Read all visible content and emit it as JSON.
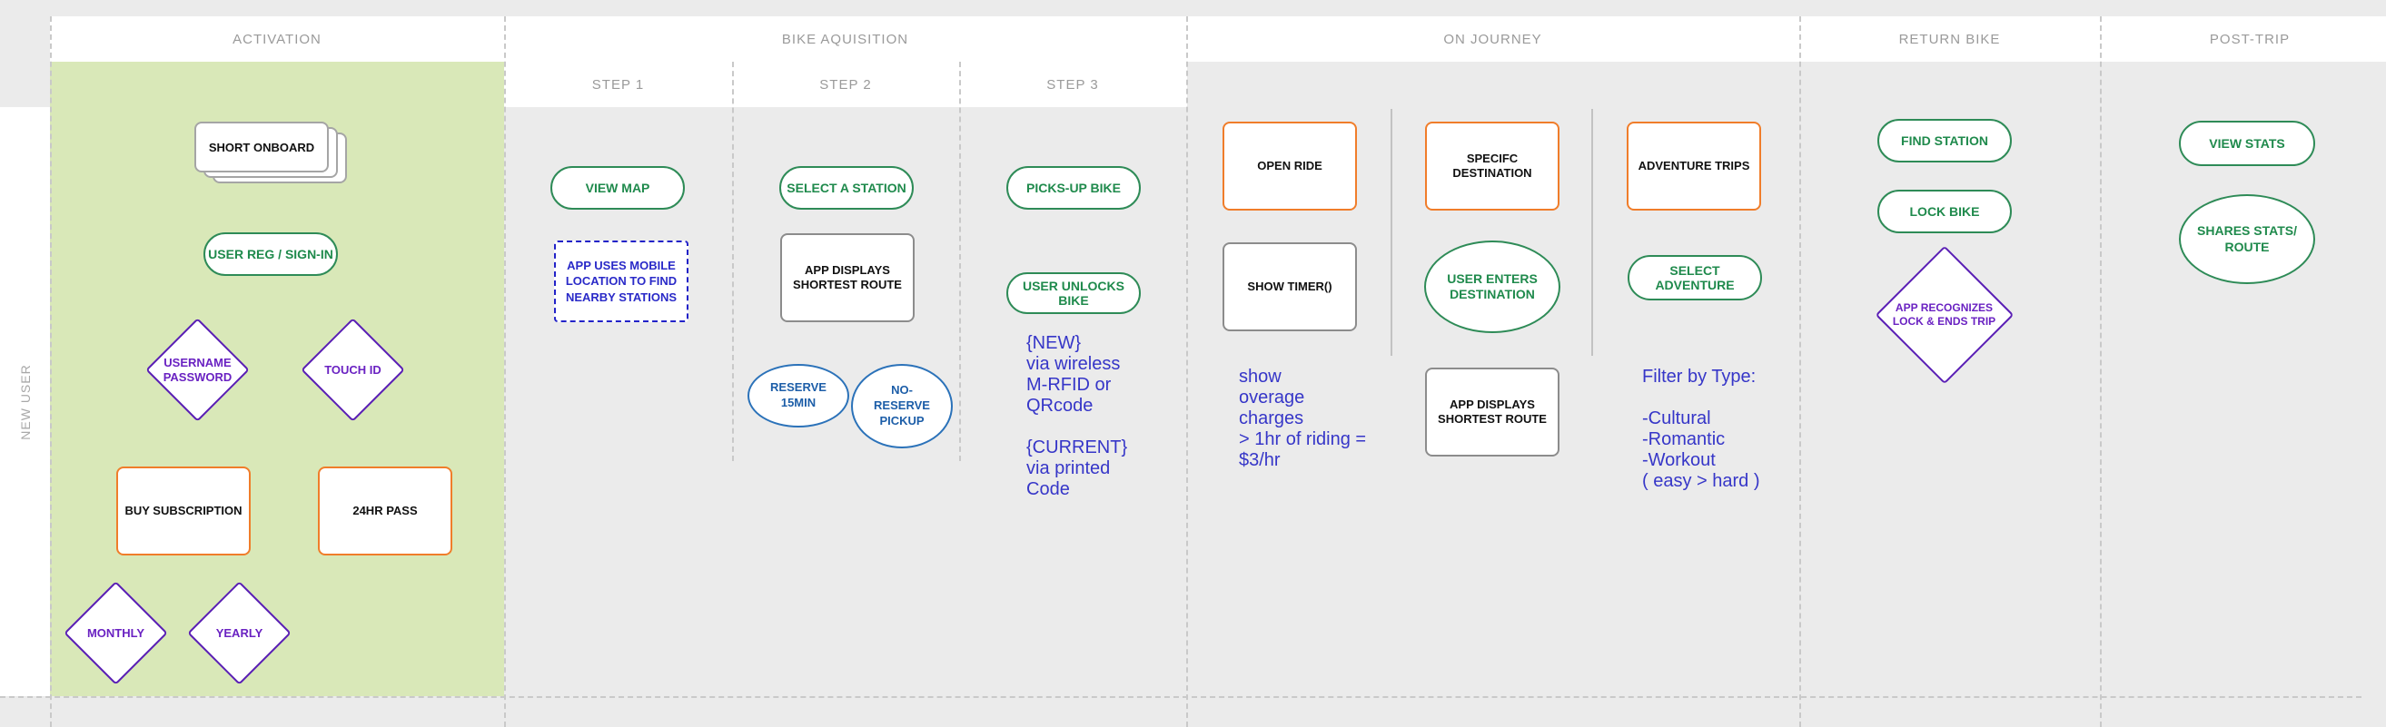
{
  "phases": {
    "activation": "ACTIVATION",
    "bike_aquisition": "BIKE AQUISITION",
    "on_journey": "ON JOURNEY",
    "return_bike": "RETURN BIKE",
    "post_trip": "POST-TRIP"
  },
  "steps": {
    "step1": "STEP 1",
    "step2": "STEP 2",
    "step3": "STEP 3"
  },
  "lane": {
    "label": "NEW USER"
  },
  "activation": {
    "short_onboard": "SHORT ONBOARD",
    "user_reg": "USER REG / SIGN-IN",
    "username_password": "USERNAME\nPASSWORD",
    "touch_id": "TOUCH ID",
    "buy_subscription": "BUY SUBSCRIPTION",
    "pass_24hr": "24HR PASS",
    "monthly": "MONTHLY",
    "yearly": "YEARLY"
  },
  "step1": {
    "view_map": "VIEW MAP",
    "app_uses_mobile": "APP USES MOBILE LOCATION TO FIND NEARBY STATIONS"
  },
  "step2": {
    "select_station": "SELECT A STATION",
    "app_displays_route": "APP DISPLAYS SHORTEST ROUTE",
    "reserve_15min": "RESERVE\n15MIN",
    "no_reserve_pickup": "NO-\nRESERVE\nPICKUP"
  },
  "step3": {
    "picks_up_bike": "PICKS-UP BIKE",
    "user_unlocks_bike": "USER UNLOCKS BIKE",
    "note": "{NEW}\nvia wireless\nM-RFID or\nQRcode\n\n{CURRENT}\nvia printed\nCode"
  },
  "journey": {
    "open_ride": "OPEN RIDE",
    "show_timer": "SHOW TIMER()",
    "charges_note": "show\noverage\ncharges\n> 1hr of riding =\n$3/hr",
    "specific_destination": "SPECIFC\nDESTINATION",
    "user_enters_destination": "USER ENTERS\nDESTINATION",
    "app_displays_route": "APP DISPLAYS\nSHORTEST ROUTE",
    "adventure_trips": "ADVENTURE TRIPS",
    "select_adventure": "SELECT ADVENTURE",
    "filter_note": "Filter by Type:\n\n-Cultural\n-Romantic\n-Workout\n( easy > hard )"
  },
  "return_bike": {
    "find_station": "FIND STATION",
    "lock_bike": "LOCK BIKE",
    "app_recognizes": "APP RECOGNIZES\nLOCK & ENDS TRIP"
  },
  "post_trip": {
    "view_stats": "VIEW STATS",
    "shares_stats": "SHARES STATS/\nROUTE"
  },
  "colors": {
    "activation_bg": "#d9e8b8",
    "green": "#2e8b57",
    "orange": "#f07d2a",
    "purple": "#5a1fb5",
    "blue": "#2b72b9",
    "note_text": "#3636c8"
  }
}
